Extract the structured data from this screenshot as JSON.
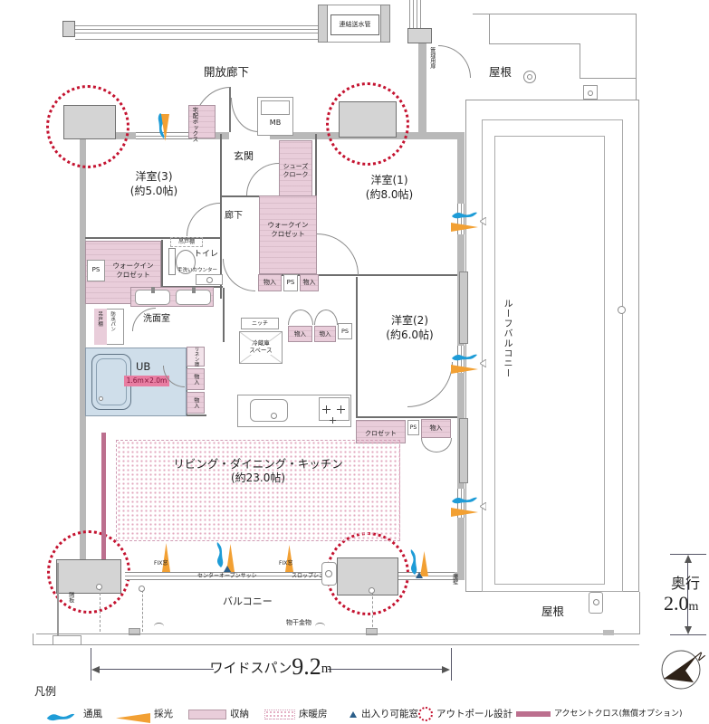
{
  "labels": {
    "renketsu_sosuikan": "連結送水管",
    "kaiho_roka": "開放廊下",
    "yane": "屋根",
    "kanri_tobira": "管理用扉",
    "takuhai_box": "宅配ボックス",
    "mb": "MB",
    "genkan": "玄関",
    "shoes_1": "シューズ",
    "shoes_2": "クローク",
    "room3_name": "洋室(3)",
    "room3_size": "(約5.0帖)",
    "room1_name": "洋室(1)",
    "room1_size": "(約8.0帖)",
    "room2_name": "洋室(2)",
    "room2_size": "(約6.0帖)",
    "roka": "廊下",
    "wic_1": "ウォークイン",
    "wic_2": "クロゼット",
    "toilet": "トイレ",
    "tsurido_dana": "吊戸棚",
    "tearai_counter": "手洗いカウンター",
    "ps": "PS",
    "bosui_pan": "防水パン",
    "senmen": "洗面室",
    "ub": "UB",
    "ub_size": "1.6m×2.0m",
    "linen": "リネン庫",
    "monoiri": "物入",
    "niche": "ニッチ",
    "reizoko_1": "冷蔵庫",
    "reizoko_2": "スペース",
    "closet": "クロゼット",
    "ldk_1": "リビング・ダイニング・キッチン",
    "ldk_2": "(約23.0帖)",
    "fix_mado": "FIX窓",
    "center_open_sash": "センターオープンサッシ",
    "slop_sink": "スロップシンク",
    "balcony": "バルコニー",
    "monohoshi": "物干金物",
    "kakuban": "隔板",
    "koshikabe": "腰壁",
    "roof_balcony": "ルーフバルコニー",
    "hanrei": "凡例"
  },
  "dimensions": {
    "wide_span_label": "ワイドスパン",
    "wide_span_value": "9.2",
    "wide_span_unit": "m",
    "depth_label": "奥行",
    "depth_value": "2.0",
    "depth_unit": "m"
  },
  "compass": {
    "north": "N"
  },
  "legend": {
    "items": [
      {
        "key": "wind",
        "label": "通風"
      },
      {
        "key": "daylight",
        "label": "採光"
      },
      {
        "key": "storage",
        "label": "収納"
      },
      {
        "key": "floor-heating",
        "label": "床暖房"
      },
      {
        "key": "accessible-window",
        "label": "出入り可能窓"
      },
      {
        "key": "outpole",
        "label": "アウトポール設計"
      },
      {
        "key": "accent-cloth",
        "label": "アクセントクロス(無償オプション)"
      }
    ]
  },
  "colors": {
    "storage_pink": "#e9cdda",
    "accent_pink": "#bc6f8e",
    "outpole_red": "#c41330",
    "wind_blue": "#1e9cd7",
    "light_orange": "#f2a033",
    "ub_blue": "#cfdeea",
    "wall_gray": "#b9b9b9"
  }
}
